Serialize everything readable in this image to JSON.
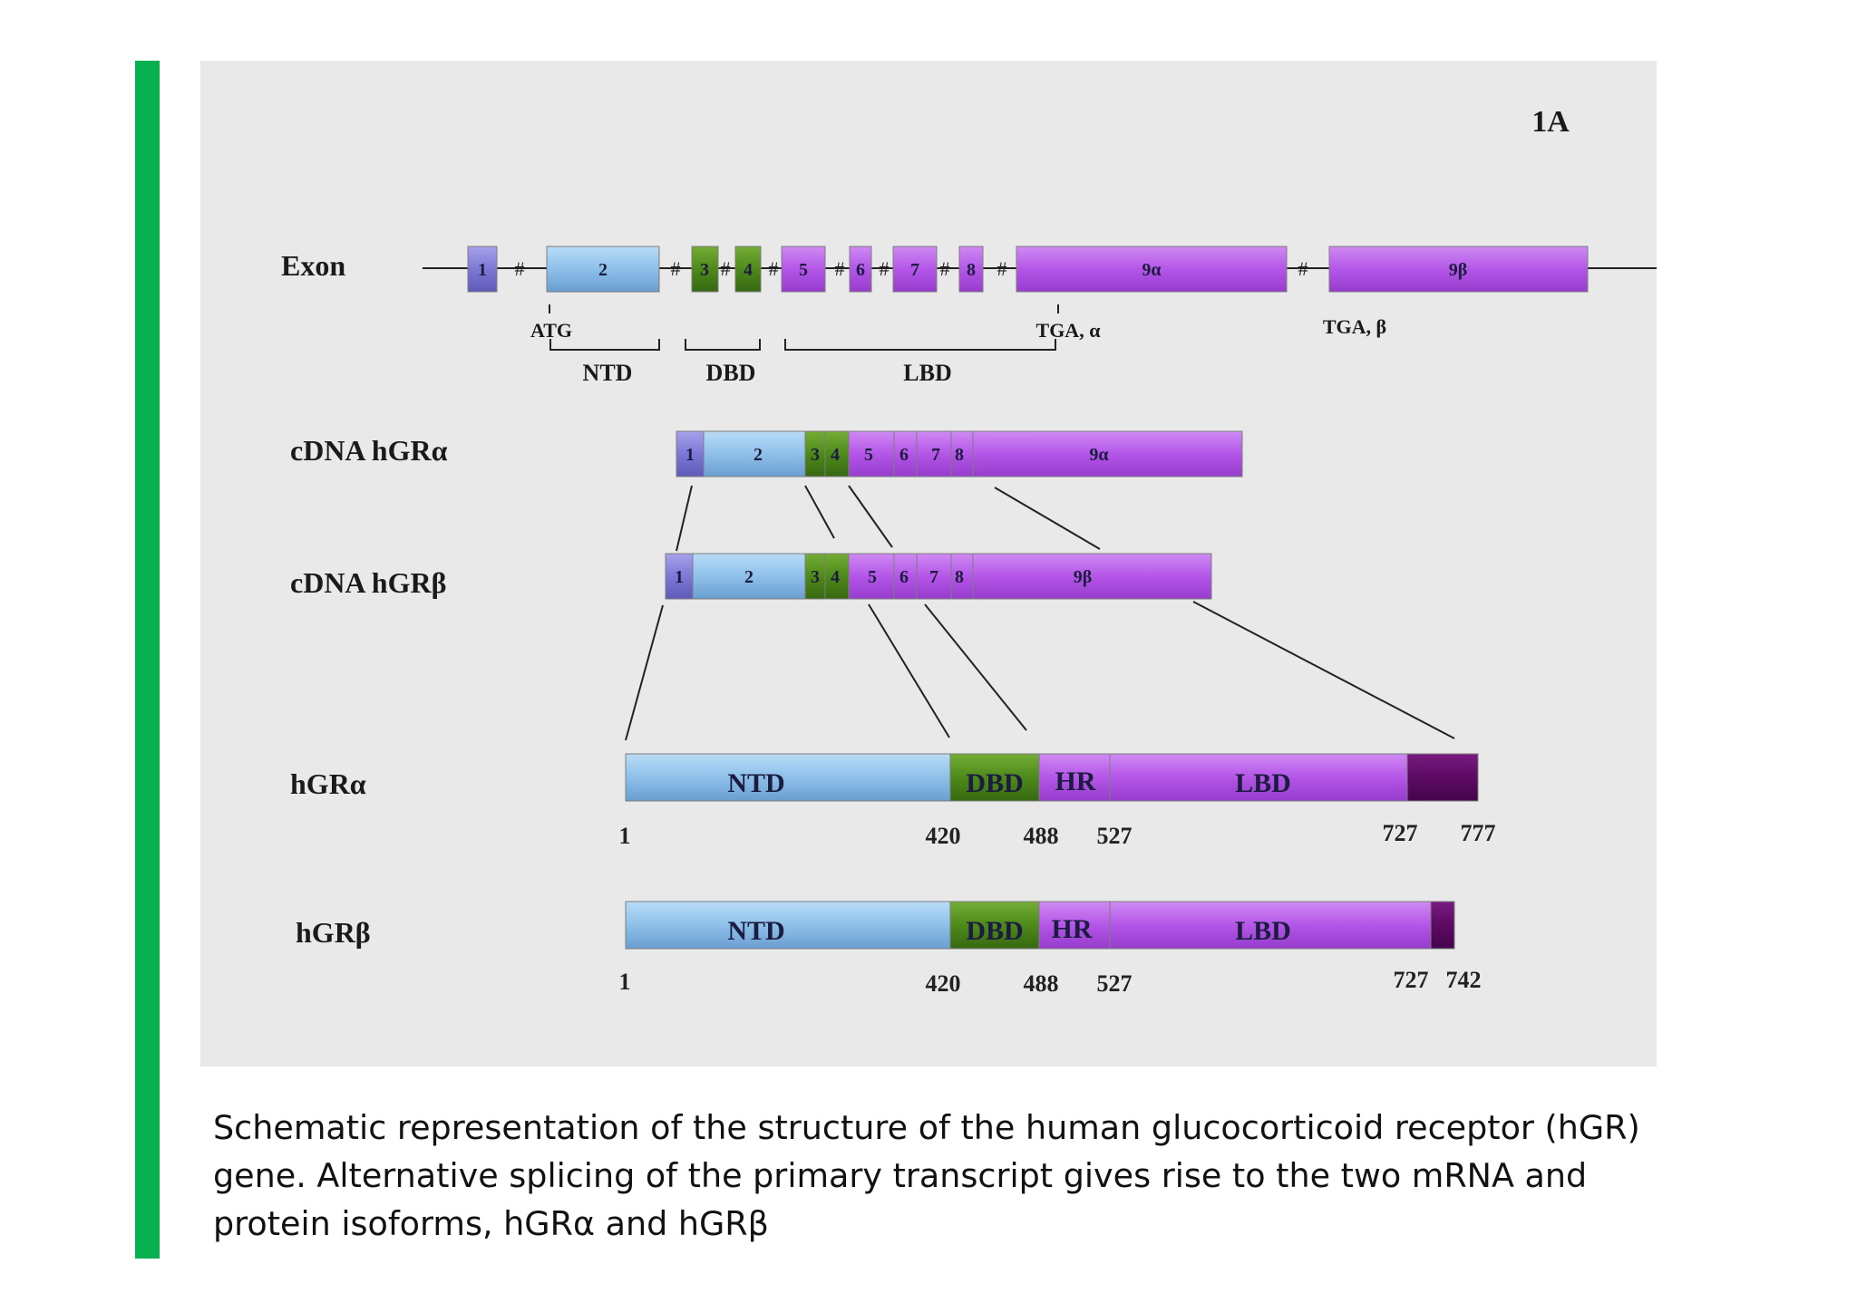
{
  "panel_label": "1A",
  "colors": {
    "blue": "#8ec0ea",
    "green": "#4e8a1a",
    "purple": "#b456e8",
    "lavender": "#7d78d6",
    "dark_purple": "#5c0a63",
    "accent": "#08b150",
    "panel_bg": "#e9e9e9"
  },
  "exon_row": {
    "label": "Exon",
    "break_mark": "#",
    "exons": [
      {
        "id": "1",
        "label": "1",
        "color": "lavender"
      },
      {
        "id": "2",
        "label": "2",
        "color": "blue"
      },
      {
        "id": "3",
        "label": "3",
        "color": "green"
      },
      {
        "id": "4",
        "label": "4",
        "color": "green"
      },
      {
        "id": "5",
        "label": "5",
        "color": "purple"
      },
      {
        "id": "6",
        "label": "6",
        "color": "purple"
      },
      {
        "id": "7",
        "label": "7",
        "color": "purple"
      },
      {
        "id": "8",
        "label": "8",
        "color": "purple"
      },
      {
        "id": "9a",
        "label": "9α",
        "color": "purple"
      },
      {
        "id": "9b",
        "label": "9β",
        "color": "purple"
      }
    ],
    "markers": [
      {
        "id": "atg",
        "label": "ATG"
      },
      {
        "id": "tga-a",
        "label": "TGA, α"
      },
      {
        "id": "tga-b",
        "label": "TGA, β"
      }
    ],
    "domains": [
      {
        "id": "ntd",
        "label": "NTD"
      },
      {
        "id": "dbd",
        "label": "DBD"
      },
      {
        "id": "lbd",
        "label": "LBD"
      }
    ]
  },
  "cdna_rows": [
    {
      "id": "cdna-alpha",
      "label": "cDNA hGRα",
      "segments": [
        {
          "label": "1",
          "color": "lavender"
        },
        {
          "label": "2",
          "color": "blue"
        },
        {
          "label": "3",
          "color": "green"
        },
        {
          "label": "4",
          "color": "green"
        },
        {
          "label": "5",
          "color": "purple"
        },
        {
          "label": "6",
          "color": "purple"
        },
        {
          "label": "7",
          "color": "purple"
        },
        {
          "label": "8",
          "color": "purple"
        },
        {
          "label": "9α",
          "color": "purple"
        }
      ]
    },
    {
      "id": "cdna-beta",
      "label": "cDNA hGRβ",
      "segments": [
        {
          "label": "1",
          "color": "lavender"
        },
        {
          "label": "2",
          "color": "blue"
        },
        {
          "label": "3",
          "color": "green"
        },
        {
          "label": "4",
          "color": "green"
        },
        {
          "label": "5",
          "color": "purple"
        },
        {
          "label": "6",
          "color": "purple"
        },
        {
          "label": "7",
          "color": "purple"
        },
        {
          "label": "8",
          "color": "purple"
        },
        {
          "label": "9β",
          "color": "purple"
        }
      ]
    }
  ],
  "protein_rows": [
    {
      "id": "protein-alpha",
      "label": "hGRα",
      "length": 777,
      "domains": [
        {
          "label": "NTD",
          "start": 1,
          "end": 420,
          "color": "blue"
        },
        {
          "label": "DBD",
          "start": 420,
          "end": 488,
          "color": "green"
        },
        {
          "label": "HR",
          "start": 488,
          "end": 527,
          "color": "purple"
        },
        {
          "label": "LBD",
          "start": 527,
          "end": 727,
          "color": "purple"
        },
        {
          "label": "",
          "start": 727,
          "end": 777,
          "color": "dark_purple"
        }
      ],
      "positions": [
        "1",
        "420",
        "488",
        "527",
        "727",
        "777"
      ]
    },
    {
      "id": "protein-beta",
      "label": "hGRβ",
      "length": 742,
      "domains": [
        {
          "label": "NTD",
          "start": 1,
          "end": 420,
          "color": "blue"
        },
        {
          "label": "DBD",
          "start": 420,
          "end": 488,
          "color": "green"
        },
        {
          "label": "HR",
          "start": 488,
          "end": 527,
          "color": "purple"
        },
        {
          "label": "LBD",
          "start": 527,
          "end": 727,
          "color": "purple"
        },
        {
          "label": "",
          "start": 727,
          "end": 742,
          "color": "dark_purple"
        }
      ],
      "positions": [
        "1",
        "420",
        "488",
        "527",
        "727",
        "742"
      ]
    }
  ],
  "caption": {
    "line1": "Schematic representation of the structure of the human glucocorticoid receptor (hGR)",
    "line2": "gene. Alternative splicing of the primary transcript gives rise to the two mRNA and",
    "line3": "protein isoforms, hGRα and hGRβ"
  }
}
